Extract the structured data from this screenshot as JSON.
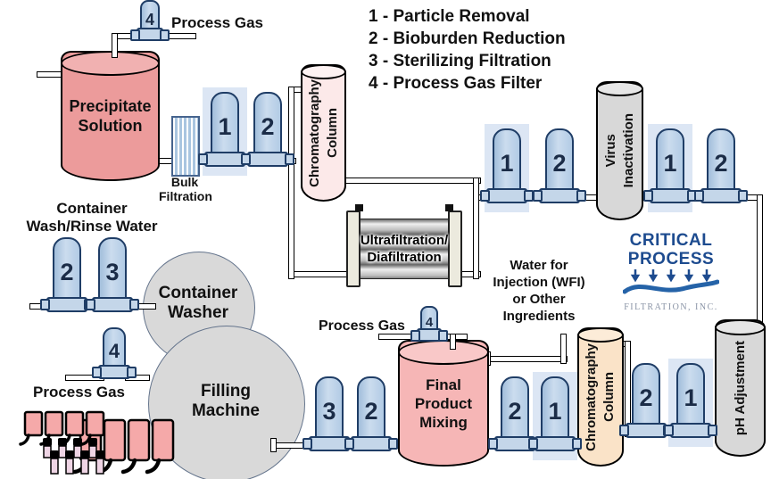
{
  "legend": {
    "item1": "1 - Particle Removal",
    "item2": "2 - Bioburden Reduction",
    "item3": "3 - Sterilizing Filtration",
    "item4": "4 - Process Gas Filter"
  },
  "equipment": {
    "precipitate_tank": "Precipitate\nSolution",
    "bulk_filtration": "Bulk\nFiltration",
    "chromatography_column_top": "Chromatography\nColumn",
    "ultrafiltration": "Ultrafiltration/\nDiafiltration",
    "virus_inactivation": "Virus\nInactivation",
    "ph_adjustment": "pH Adjustment",
    "chromatography_column_bottom": "Chromatography\nColumn",
    "final_product_mixing": "Final\nProduct\nMixing",
    "filling_machine": "Filling\nMachine",
    "container_washer": "Container\nWasher"
  },
  "labels": {
    "process_gas_top": "Process Gas",
    "process_gas_mixing": "Process Gas",
    "process_gas_bottom_left": "Process Gas",
    "container_wash_rinse": "Container\nWash/Rinse Water",
    "wfi": "Water for\nInjection (WFI)\nor Other\nIngredients"
  },
  "filters": {
    "precipitate_vent": "4",
    "post_bulk_1": "1",
    "post_bulk_2": "2",
    "post_uf_1": "1",
    "post_uf_2": "2",
    "post_virus_1": "1",
    "post_virus_2": "2",
    "post_ph_2": "2",
    "post_ph_1": "1",
    "pre_mixing_2": "2",
    "pre_mixing_1": "1",
    "mixing_vent": "4",
    "post_mixing_3": "3",
    "post_mixing_2": "2",
    "wash_water_2": "2",
    "wash_water_3": "3",
    "washer_gas": "4"
  },
  "logo": {
    "line1": "CRITICAL",
    "line2": "PROCESS",
    "line3": "FILTRATION, INC."
  },
  "colors": {
    "tank_pink": "#ec9b9b",
    "mixing_pink": "#f6b6b6",
    "column_light_pink": "#fce9e9",
    "column_tan": "#fae3c8",
    "equipment_gray": "#d8d8d8",
    "filter_blue": "#b9cfe6",
    "highlight_blue": "#d9e4f2",
    "logo_blue": "#1d4b8f"
  }
}
